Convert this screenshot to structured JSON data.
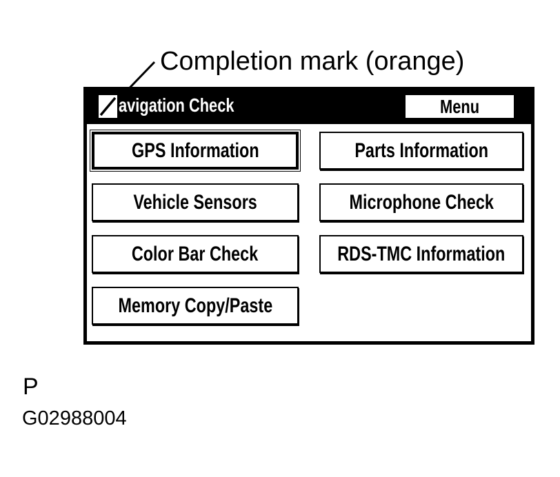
{
  "annotation": {
    "label": "Completion mark (orange)"
  },
  "panel": {
    "title_bar": {
      "title": "avigation Check",
      "menu_label": "Menu",
      "completion_mark": "checked-square"
    },
    "buttons": [
      {
        "label": "GPS Information",
        "selected": true
      },
      {
        "label": "Parts Information",
        "selected": false
      },
      {
        "label": "Vehicle Sensors",
        "selected": false
      },
      {
        "label": "Microphone Check",
        "selected": false
      },
      {
        "label": "Color Bar Check",
        "selected": false
      },
      {
        "label": "RDS-TMC Information",
        "selected": false
      },
      {
        "label": "Memory Copy/Paste",
        "selected": false
      }
    ]
  },
  "footer": {
    "page_marker": "P",
    "figure_code": "G02988004"
  },
  "colors": {
    "title_bar_bg": "#000000",
    "title_text": "#ffffff",
    "button_bg": "#ffffff",
    "button_text": "#000000",
    "panel_border": "#000000",
    "completion_mark_fill": "#ffffff"
  }
}
